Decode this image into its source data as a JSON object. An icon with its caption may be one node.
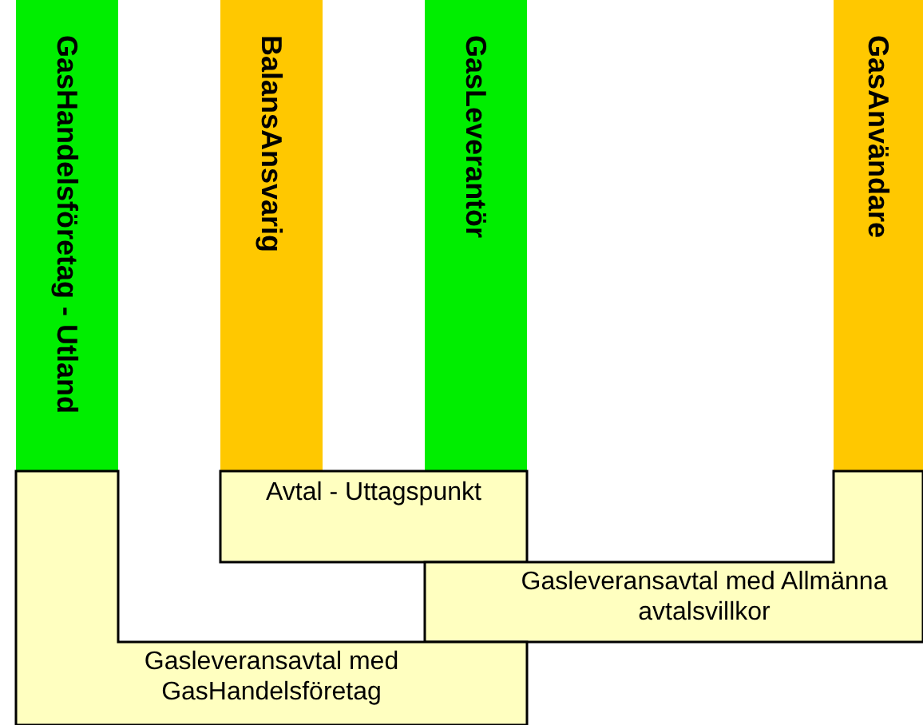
{
  "diagram": {
    "nodes": [
      {
        "text": [
          "GasHandelsföretag - Utland"
        ]
      },
      {
        "text": [
          "BalansAnsvarig"
        ]
      },
      {
        "text": [
          "GasLeverantör"
        ]
      },
      {
        "text": [
          "GasAnvändare"
        ]
      },
      {
        "text": [
          "Avtal - Uttagspunkt"
        ]
      },
      {
        "text": [
          "Gasleveransavtal med Allmänna avtalsvillkor"
        ]
      },
      {
        "text": [
          "Gasleveransavtal med GasHandelsföretag"
        ]
      }
    ]
  }
}
